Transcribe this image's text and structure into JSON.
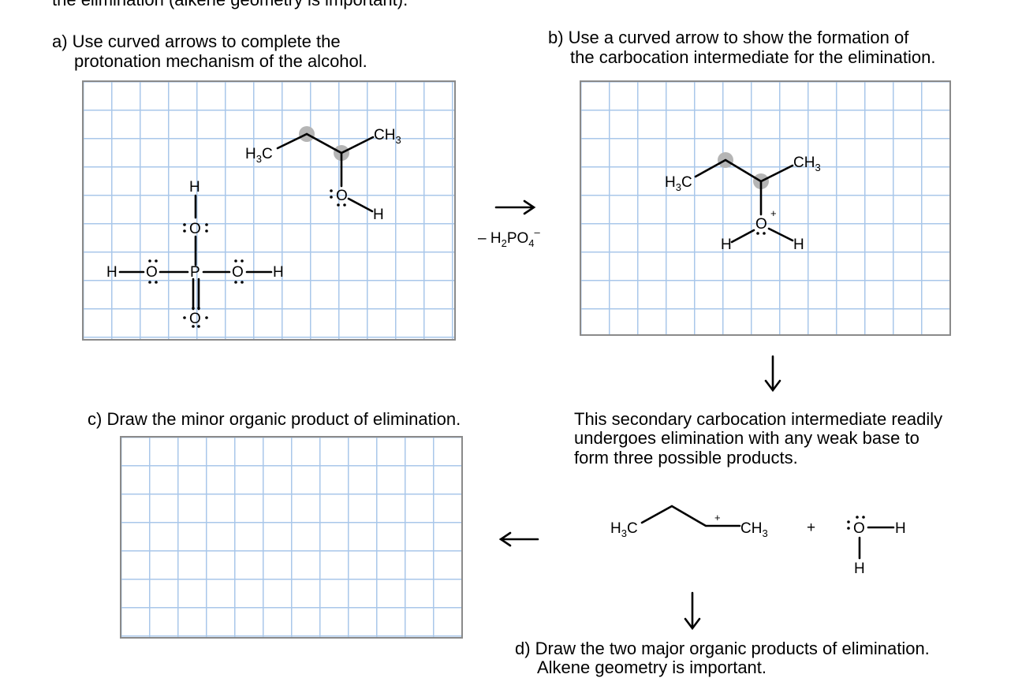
{
  "header_fragment": "the elimination (alkene geometry is important).",
  "part_a": {
    "line1": "a) Use curved arrows to complete the",
    "line2": "protonation mechanism of the alcohol."
  },
  "part_b": {
    "line1": "b) Use a curved arrow to show the formation of",
    "line2": "the carbocation intermediate for the elimination."
  },
  "part_c": {
    "line1": "c) Draw the minor organic product of elimination."
  },
  "part_d": {
    "line1": "d) Draw the two major organic products of elimination.",
    "line2": "Alkene geometry is important."
  },
  "info": {
    "line1": "This secondary carbocation intermediate readily",
    "line2": "undergoes elimination with any weak base to",
    "line3": "form three possible products."
  },
  "byproduct": {
    "minus": "– H",
    "sub2": "2",
    "po": "PO",
    "sub4": "4",
    "charge": "–"
  },
  "atoms": {
    "H": "H",
    "O": "O",
    "P": "P",
    "C": "C",
    "H3": "H",
    "sub3": "3",
    "plus": "+"
  },
  "colors": {
    "grid": "#a9c7ea",
    "border": "#8a8a8a",
    "highlight": "#b5b5b5"
  }
}
